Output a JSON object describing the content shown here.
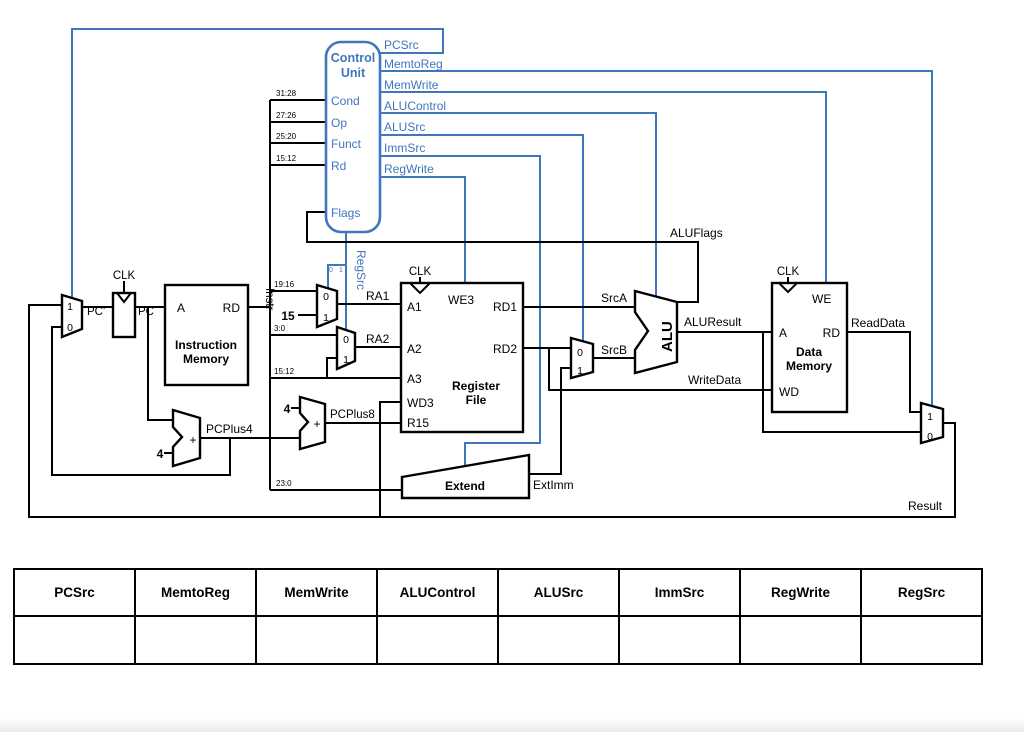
{
  "colors": {
    "signal": "#3f76bc",
    "wire": "#000000"
  },
  "control_unit": {
    "title1": "Control",
    "title2": "Unit",
    "ports": {
      "cond": "Cond",
      "op": "Op",
      "funct": "Funct",
      "rd": "Rd",
      "flags": "Flags"
    },
    "bits": {
      "cond": "31:28",
      "op": "27:26",
      "funct": "25:20",
      "rd": "15:12"
    },
    "signals": {
      "pcsrc": "PCSrc",
      "memtoreg": "MemtoReg",
      "memwrite": "MemWrite",
      "alucontrol": "ALUControl",
      "alusrc": "ALUSrc",
      "immsrc": "ImmSrc",
      "regwrite": "RegWrite",
      "regsrc": "RegSrc"
    }
  },
  "mux": {
    "zero": "0",
    "one": "1"
  },
  "pc": {
    "clk": "CLK",
    "pc_next": "PC'",
    "pc": "PC"
  },
  "imem": {
    "a": "A",
    "rd": "RD",
    "name1": "Instruction",
    "name2": "Memory",
    "instr": "Instr"
  },
  "regfile": {
    "clk": "CLK",
    "we3": "WE3",
    "a1": "A1",
    "a2": "A2",
    "a3": "A3",
    "wd3": "WD3",
    "r15": "R15",
    "rd1": "RD1",
    "rd2": "RD2",
    "name1": "Register",
    "name2": "File",
    "ra1": "RA1",
    "ra2": "RA2",
    "const15": "15",
    "bits_ra1": "19:16",
    "bits_ra2": "3:0",
    "bits_rd": "15:12"
  },
  "alu": {
    "name": "ALU",
    "srca": "SrcA",
    "srcb": "SrcB",
    "result": "ALUResult",
    "flags": "ALUFlags"
  },
  "dmem": {
    "clk": "CLK",
    "we": "WE",
    "a": "A",
    "rd": "RD",
    "wd": "WD",
    "name1": "Data",
    "name2": "Memory",
    "readdata": "ReadData",
    "writedata": "WriteData"
  },
  "extend": {
    "name": "Extend",
    "bits": "23:0",
    "out": "ExtImm"
  },
  "adders": {
    "pcplus4": "PCPlus4",
    "pcplus8": "PCPlus8",
    "const4": "4"
  },
  "misc": {
    "result": "Result"
  },
  "table": {
    "headers": [
      "PCSrc",
      "MemtoReg",
      "MemWrite",
      "ALUControl",
      "ALUSrc",
      "ImmSrc",
      "RegWrite",
      "RegSrc"
    ],
    "values": [
      "",
      "",
      "",
      "",
      "",
      "",
      "",
      ""
    ]
  }
}
